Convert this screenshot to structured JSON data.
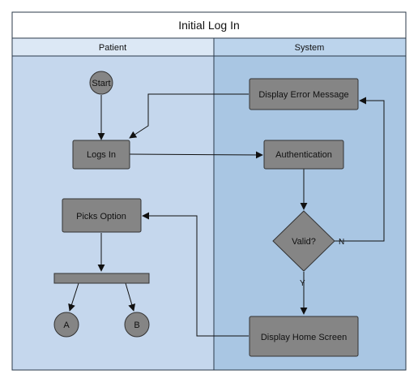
{
  "diagram": {
    "title": "Initial Log In",
    "lanes": [
      {
        "id": "patient",
        "label": "Patient"
      },
      {
        "id": "system",
        "label": "System"
      }
    ],
    "nodes": [
      {
        "id": "start",
        "type": "start",
        "label": "Start",
        "lane": "patient"
      },
      {
        "id": "logs_in",
        "type": "action",
        "label": "Logs In",
        "lane": "patient"
      },
      {
        "id": "picks_option",
        "type": "action",
        "label": "Picks Option",
        "lane": "patient"
      },
      {
        "id": "fork",
        "type": "fork",
        "label": "",
        "lane": "patient"
      },
      {
        "id": "a",
        "type": "connector",
        "label": "A",
        "lane": "patient"
      },
      {
        "id": "b",
        "type": "connector",
        "label": "B",
        "lane": "patient"
      },
      {
        "id": "display_error",
        "type": "action",
        "label": "Display Error Message",
        "lane": "system"
      },
      {
        "id": "authentication",
        "type": "action",
        "label": "Authentication",
        "lane": "system"
      },
      {
        "id": "valid",
        "type": "decision",
        "label": "Valid?",
        "lane": "system"
      },
      {
        "id": "display_home",
        "type": "action",
        "label": "Display Home Screen",
        "lane": "system"
      }
    ],
    "edges": [
      {
        "from": "start",
        "to": "logs_in",
        "label": ""
      },
      {
        "from": "logs_in",
        "to": "authentication",
        "label": ""
      },
      {
        "from": "authentication",
        "to": "valid",
        "label": ""
      },
      {
        "from": "valid",
        "to": "display_error",
        "label": "N"
      },
      {
        "from": "display_error",
        "to": "logs_in",
        "label": ""
      },
      {
        "from": "valid",
        "to": "display_home",
        "label": "Y"
      },
      {
        "from": "display_home",
        "to": "picks_option",
        "label": ""
      },
      {
        "from": "picks_option",
        "to": "fork",
        "label": ""
      },
      {
        "from": "fork",
        "to": "a",
        "label": ""
      },
      {
        "from": "fork",
        "to": "b",
        "label": ""
      }
    ]
  },
  "colors": {
    "patient_lane": "#c5d7ed",
    "system_lane": "#a9c6e3",
    "lane_header": "#dce8f5",
    "title_bar": "#ffffff",
    "node_fill": "#858585",
    "node_stroke": "#333333",
    "edge": "#111111"
  }
}
